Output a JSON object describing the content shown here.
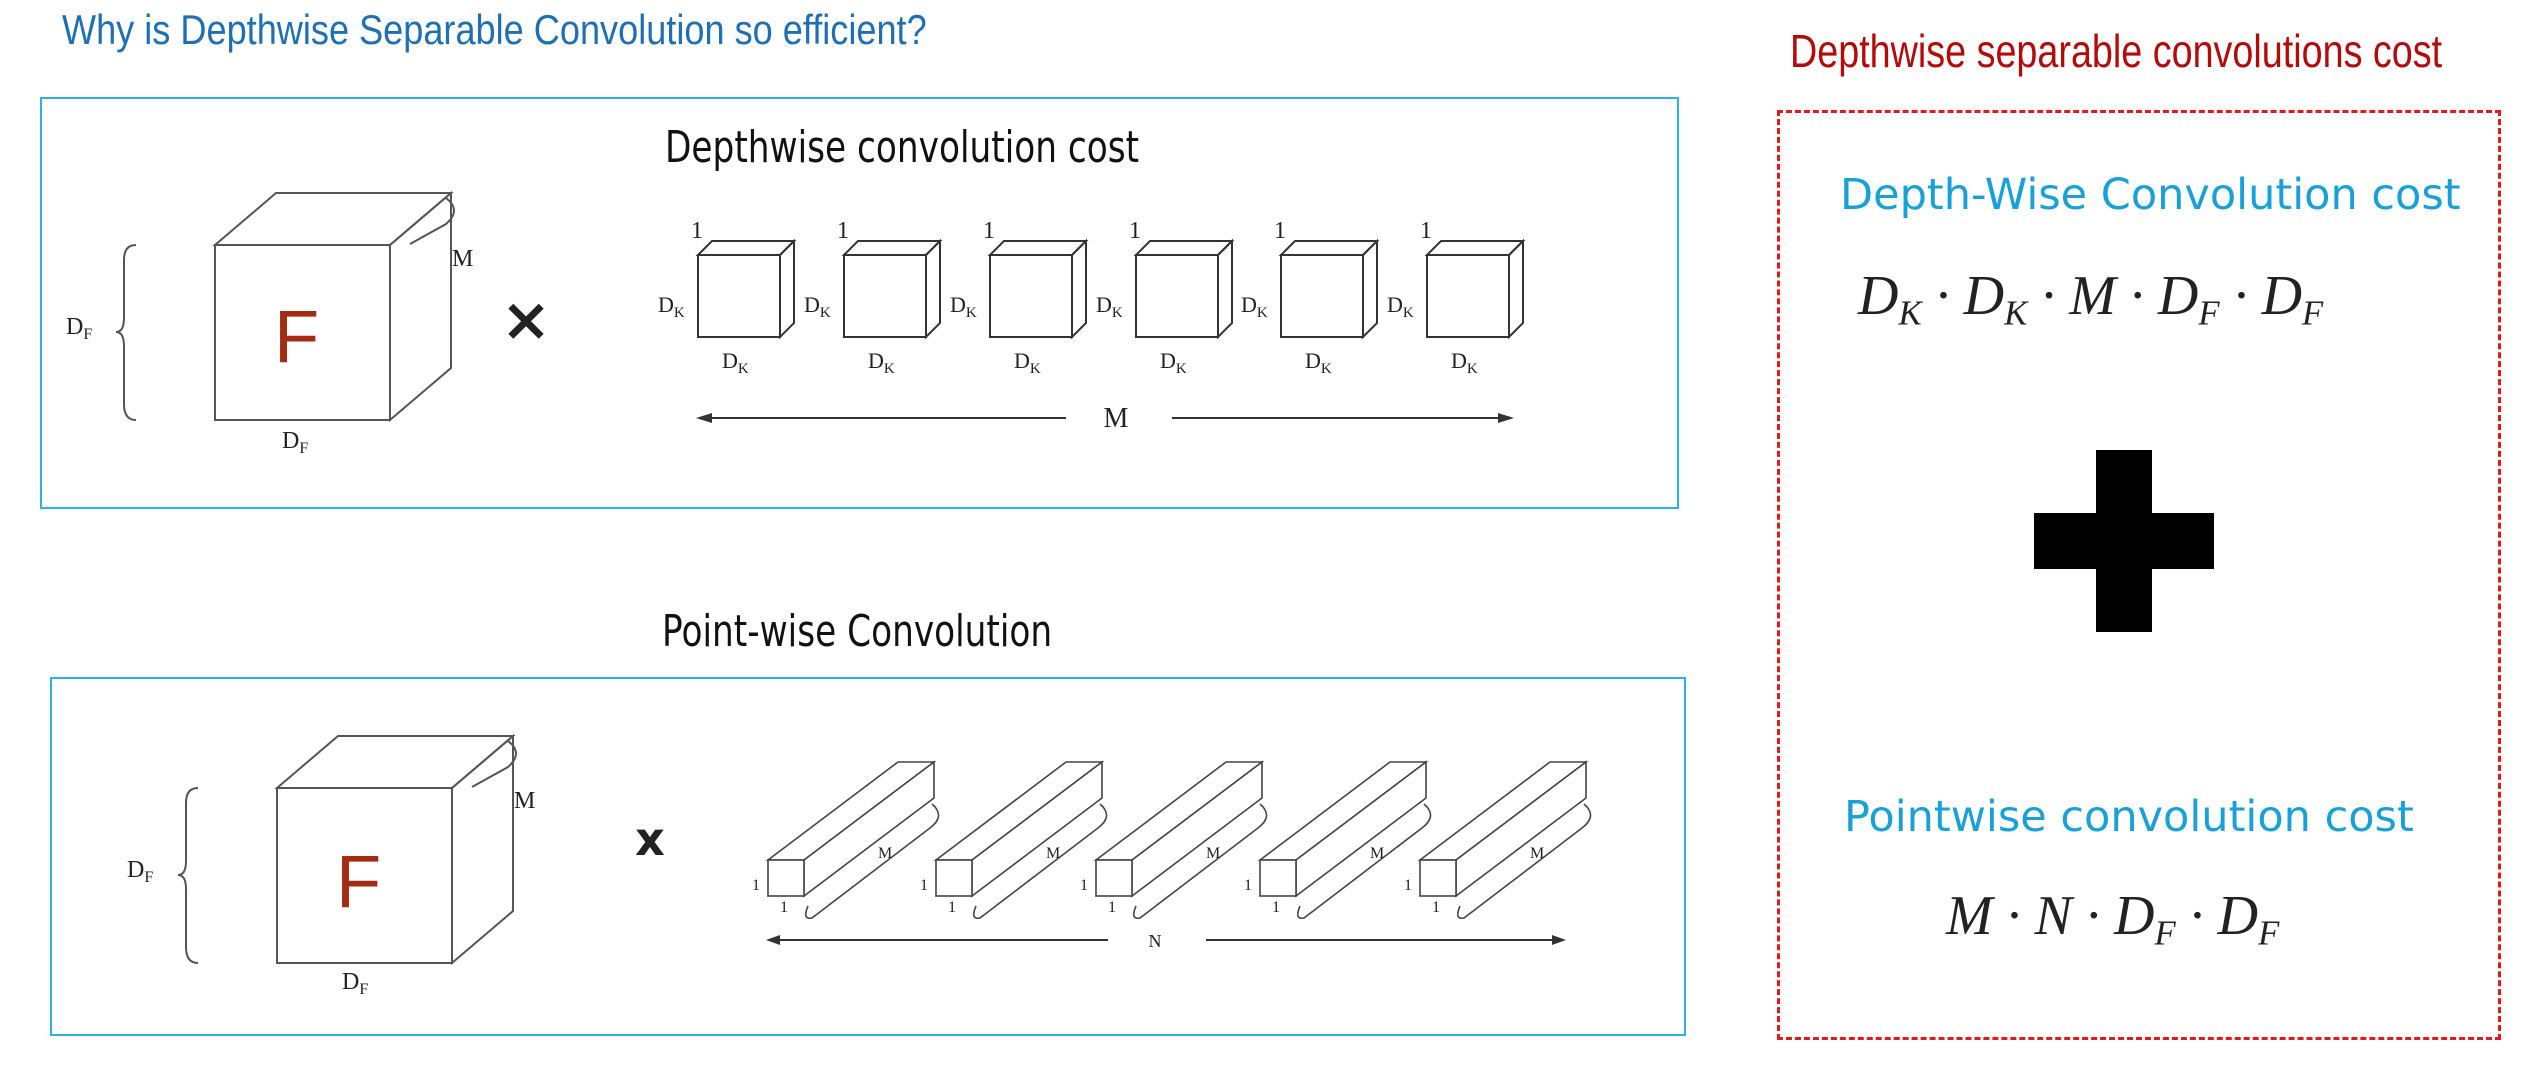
{
  "title": "Why is Depthwise Separable Convolution so efficient?",
  "depthwise_panel": {
    "heading": "Depthwise convolution cost",
    "input_letter": "F",
    "input_height_label": "D",
    "input_height_sub": "F",
    "input_width_label": "D",
    "input_width_sub": "F",
    "input_depth_label": "M",
    "operator": "×",
    "kernel_depth_label": "1",
    "kernel_side_label": "D",
    "kernel_side_sub": "K",
    "kernel_count": 6,
    "span_label": "M"
  },
  "pointwise_panel": {
    "heading": "Point-wise Convolution",
    "input_letter": "F",
    "input_height_label": "D",
    "input_height_sub": "F",
    "input_width_label": "D",
    "input_width_sub": "F",
    "input_depth_label": "M",
    "operator": "x",
    "filter_side_label": "1",
    "filter_depth_label": "M",
    "filter_count": 5,
    "span_label": "N"
  },
  "cost_box": {
    "title": "Depthwise separable convolutions cost",
    "depthwise_label": "Depth-Wise Convolution cost",
    "depthwise_formula": "D_K · D_K · M · D_F · D_F",
    "pointwise_label": "Pointwise convolution cost",
    "pointwise_formula": "M · N · D_F · D_F",
    "plus_symbol": "+"
  },
  "colors": {
    "title_blue": "#1f6fb5",
    "panel_border": "#2bb3e6",
    "cost_red": "#e01b1b",
    "cost_title_red": "#b30a0a",
    "label_cyan": "#18a0d8",
    "letter_red": "#a32c13"
  }
}
